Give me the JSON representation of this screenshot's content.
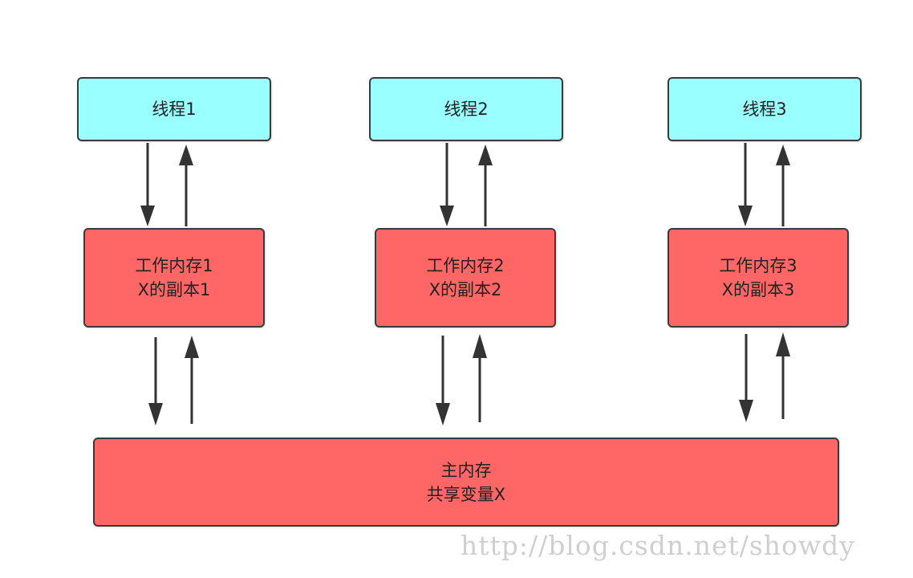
{
  "threads": [
    {
      "label": "线程1"
    },
    {
      "label": "线程2"
    },
    {
      "label": "线程3"
    }
  ],
  "working_memory": [
    {
      "line1": "工作内存1",
      "line2": "X的副本1"
    },
    {
      "line1": "工作内存2",
      "line2": "X的副本2"
    },
    {
      "line1": "工作内存3",
      "line2": "X的副本3"
    }
  ],
  "main_memory": {
    "line1": "主内存",
    "line2": "共享变量X"
  },
  "watermark": "http://blog.csdn.net/showdy",
  "colors": {
    "thread_fill": "#99FFFF",
    "memory_fill": "#FF6666",
    "border": "#3a3a3a",
    "arrow": "#333333"
  }
}
